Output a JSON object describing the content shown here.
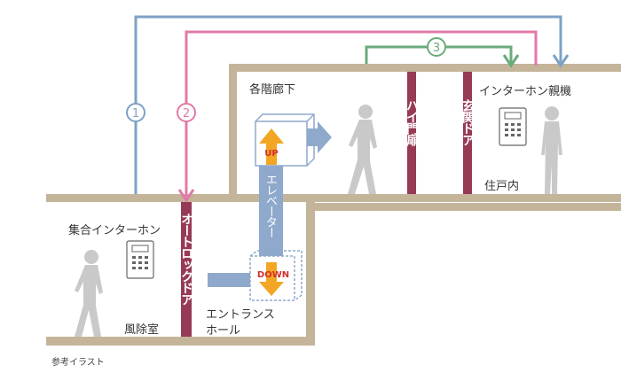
{
  "routes": [
    {
      "number": "1",
      "color": "#7ea1c6"
    },
    {
      "number": "2",
      "color": "#e07aa8"
    },
    {
      "number": "3",
      "color": "#6aab7a"
    }
  ],
  "labels": {
    "floor_corridor": "各階廊下",
    "intercom_parent": "インターホン親機",
    "high_gate": "ハイ門扉",
    "front_door": "玄関ドア",
    "inside_unit": "住戸内",
    "collective_intercom": "集合インターホン",
    "autolock_door": "オートロックドア",
    "vestibule": "風除室",
    "entrance_hall_line1": "エントランス",
    "entrance_hall_line2": "ホール",
    "elevator": "エレベーター",
    "up": "UP",
    "down": "DOWN",
    "caption": "参考イラスト"
  },
  "colors": {
    "floor": "#c4b59a",
    "door": "#963a55",
    "elevator": "#8fa9cc",
    "arrow_orange": "#f2a623",
    "person": "#c9c9c9"
  }
}
